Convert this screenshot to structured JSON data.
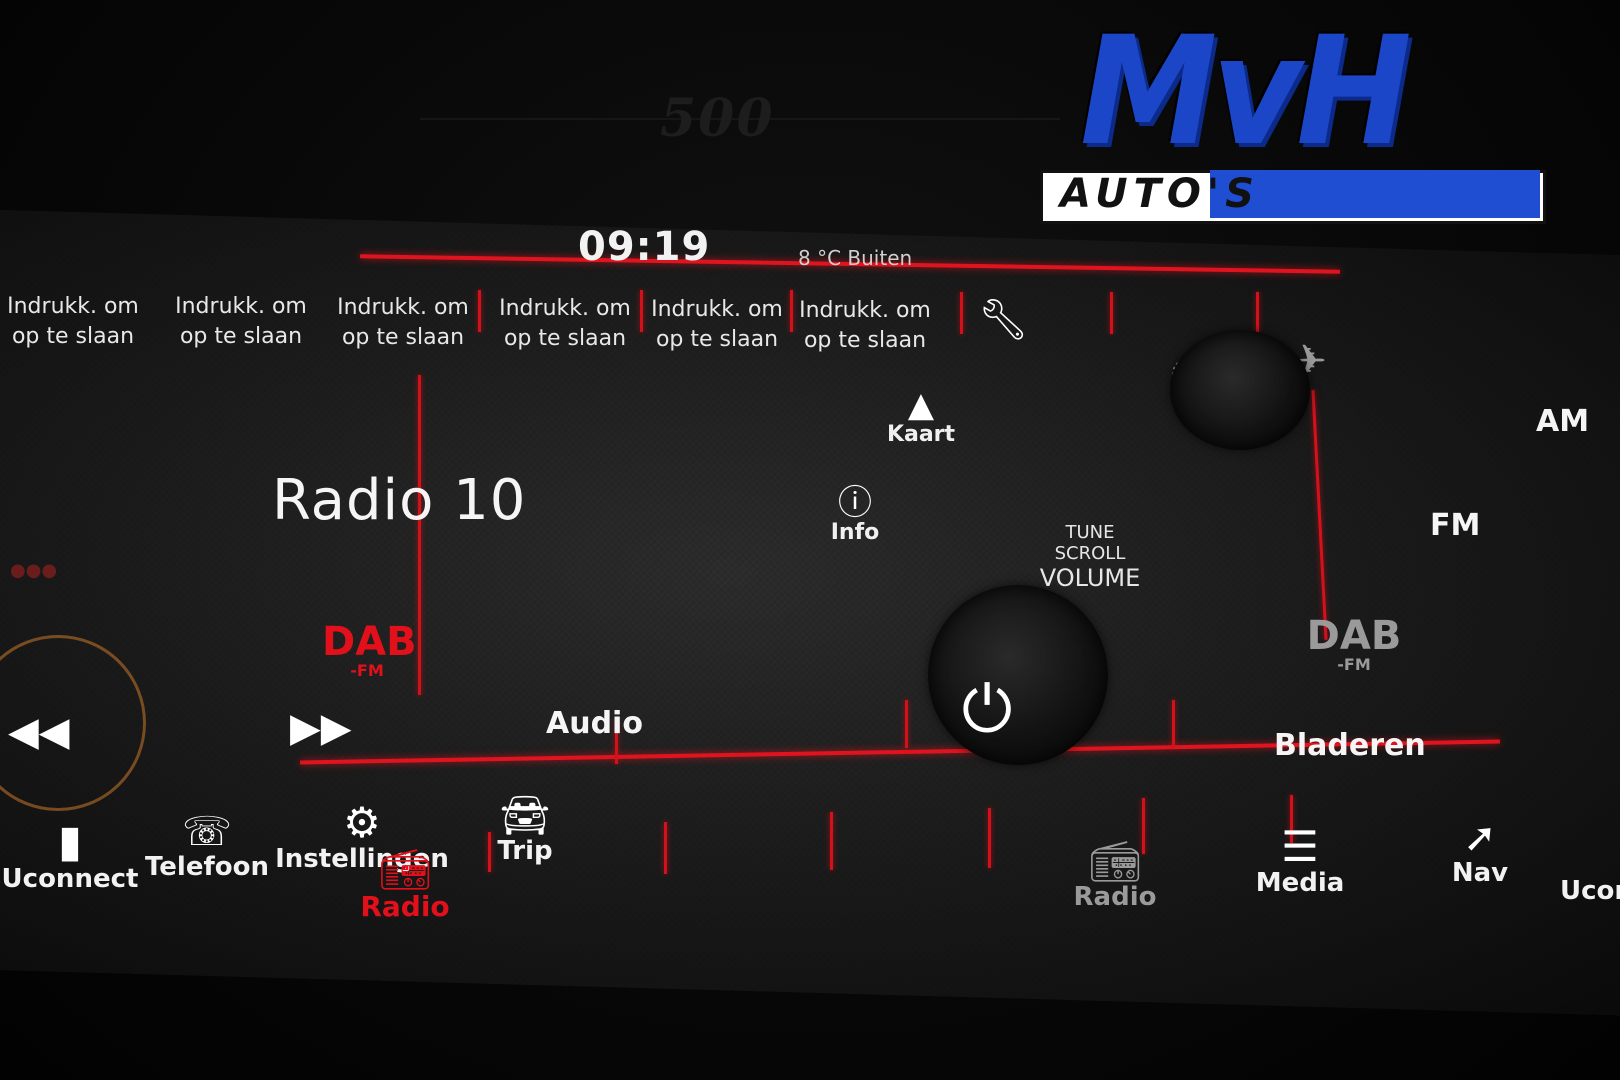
{
  "status": {
    "clock": "09:19",
    "temperature": "8 °C Buiten"
  },
  "presets": [
    {
      "line1": "Indrukk. om",
      "line2": "op te slaan"
    },
    {
      "line1": "Indrukk. om",
      "line2": "op te slaan"
    },
    {
      "line1": "Indrukk. om",
      "line2": "op te slaan"
    },
    {
      "line1": "Indrukk. om",
      "line2": "op te slaan"
    },
    {
      "line1": "Indrukk. om",
      "line2": "op te slaan"
    },
    {
      "line1": "Indrukk. om",
      "line2": "op te slaan"
    }
  ],
  "now_playing": {
    "station": "Radio 10",
    "source_badge_top": "DAB",
    "source_badge_bottom": "-FM"
  },
  "side_actions": {
    "map": "Kaart",
    "info": "Info",
    "audio": "Audio",
    "browse": "Bladeren"
  },
  "bands": {
    "am": "AM",
    "fm": "FM",
    "dab_top": "DAB",
    "dab_bottom": "-FM"
  },
  "knob": {
    "line1": "TUNE",
    "line2": "SCROLL",
    "line3": "VOLUME"
  },
  "bottom_nav": [
    {
      "label": "Uconnect",
      "icon": "phone-icon"
    },
    {
      "label": "Telefoon",
      "icon": "phone-grid-icon"
    },
    {
      "label": "Instellingen",
      "icon": "gears-icon"
    },
    {
      "label": "Trip",
      "icon": "car-icon"
    },
    {
      "label": "Radio",
      "icon": "radio-icon"
    },
    {
      "label": "Media",
      "icon": "media-icon"
    },
    {
      "label": "Nav",
      "icon": "nav-icon"
    }
  ],
  "bottom_nav_active": "Radio",
  "watermark": {
    "big": "MvH",
    "sub": "AUTO'S"
  },
  "colors": {
    "accent_red": "#e2101a",
    "watermark_blue": "#1c46c8"
  }
}
